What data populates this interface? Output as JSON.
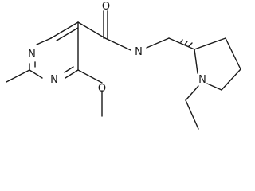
{
  "molecule": {
    "atom_labels": {
      "n1": "N",
      "n3": "N",
      "o_carbonyl": "O",
      "n_amide": "N",
      "n_pyrrolidine": "N",
      "o_methoxy": "O"
    }
  }
}
